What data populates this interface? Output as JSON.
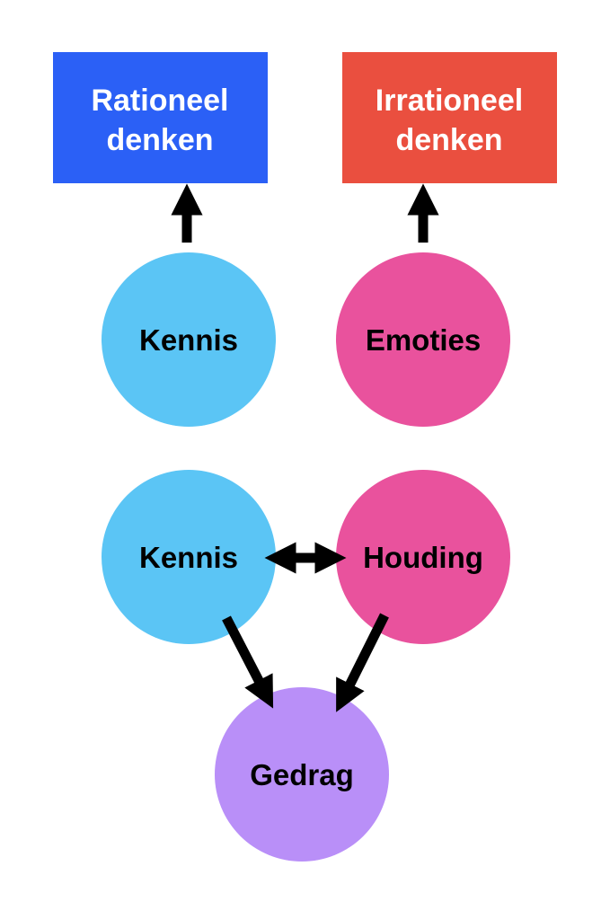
{
  "boxes": {
    "rational": {
      "line1": "Rationeel",
      "line2": "denken",
      "color": "#2B60F6"
    },
    "irrational": {
      "line1": "Irrationeel",
      "line2": "denken",
      "color": "#EA4F3F"
    }
  },
  "nodes": {
    "kennis_top": {
      "label": "Kennis",
      "color": "#5BC5F5"
    },
    "emoties": {
      "label": "Emoties",
      "color": "#E9529D"
    },
    "kennis_bottom": {
      "label": "Kennis",
      "color": "#5BC5F5"
    },
    "houding": {
      "label": "Houding",
      "color": "#E9529D"
    },
    "gedrag": {
      "label": "Gedrag",
      "color": "#B98FF8"
    }
  }
}
